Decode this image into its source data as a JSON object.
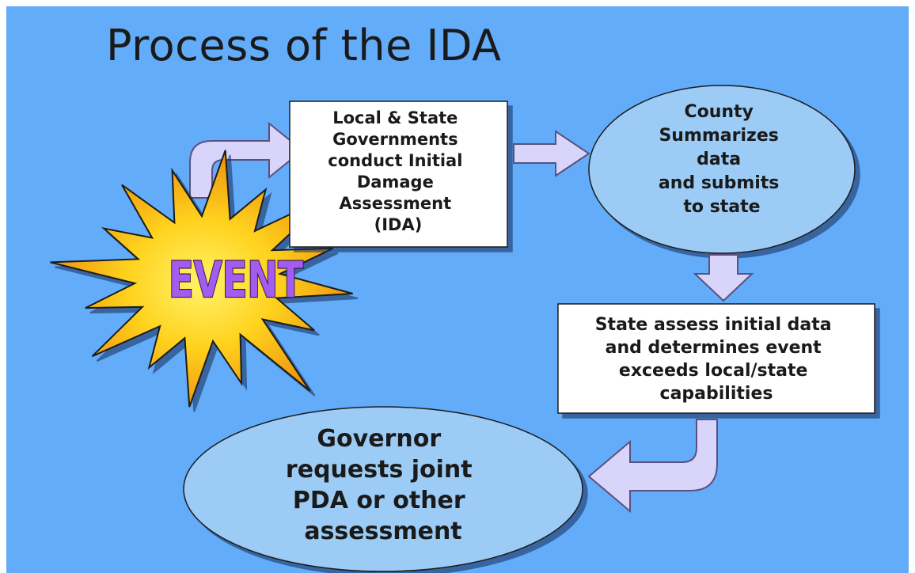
{
  "title": "Process of the IDA",
  "nodes": {
    "event": "EVENT",
    "ida": [
      "Local & State",
      "Governments",
      "conduct Initial",
      "Damage",
      "Assessment",
      "(IDA)"
    ],
    "county": [
      "County",
      "Summarizes",
      "data",
      "and submits",
      "to state"
    ],
    "state": [
      "State assess initial data",
      "and determines event",
      "exceeds local/state",
      "capabilities"
    ],
    "governor": [
      "Governor",
      "requests joint",
      "PDA or other",
      "assessment"
    ]
  },
  "colors": {
    "background": "#63acf9",
    "node_fill": "#9ccbf5",
    "arrow_fill": "#d8d4fa",
    "event_text": "#a45cf0",
    "burst_outer": "#e98a0b",
    "burst_inner": "#fff36a"
  }
}
